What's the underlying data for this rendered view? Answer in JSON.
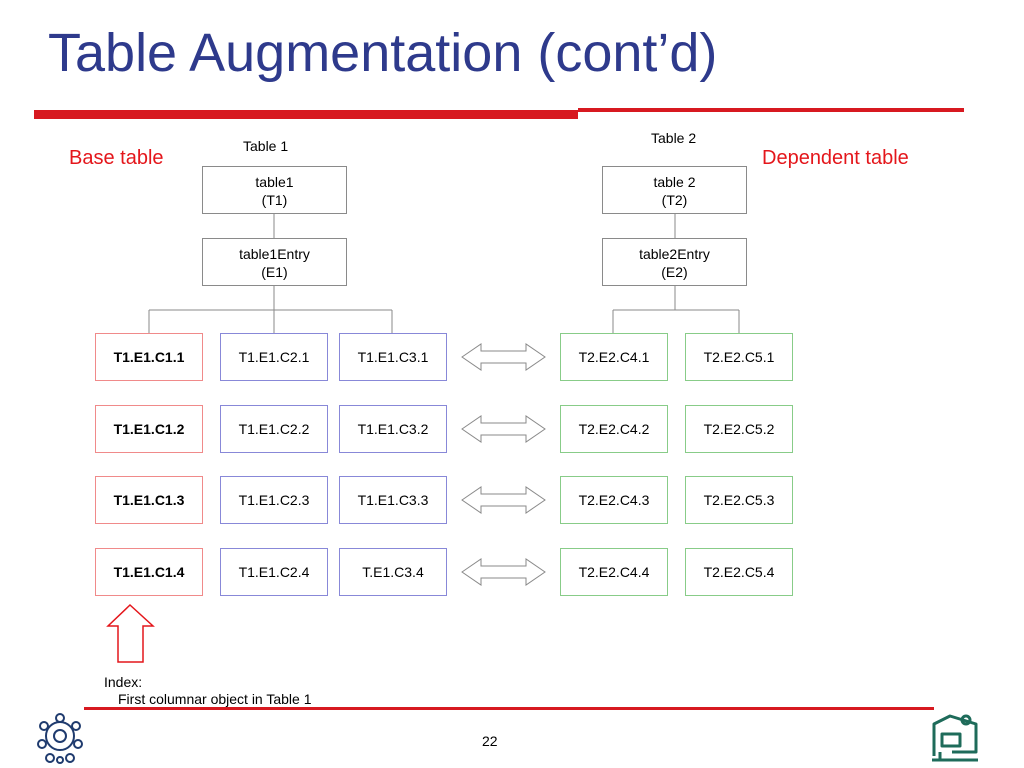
{
  "slide": {
    "title": "Table Augmentation (cont’d)",
    "page_number": "22",
    "accent_color": "#D71920",
    "title_color": "#2E3A8C"
  },
  "left": {
    "side_label": "Base table",
    "caption": "Table 1",
    "table_node": {
      "line1": "table1",
      "line2": "(T1)"
    },
    "entry_node": {
      "line1": "table1Entry",
      "line2": "(E1)"
    },
    "rows": [
      {
        "index": "T1.E1.C1.1",
        "c2": "T1.E1.C2.1",
        "c3": "T1.E1.C3.1"
      },
      {
        "index": "T1.E1.C1.2",
        "c2": "T1.E1.C2.2",
        "c3": "T1.E1.C3.2"
      },
      {
        "index": "T1.E1.C1.3",
        "c2": "T1.E1.C2.3",
        "c3": "T1.E1.C3.3"
      },
      {
        "index": "T1.E1.C1.4",
        "c2": "T1.E1.C2.4",
        "c3": "T.E1.C3.4"
      }
    ]
  },
  "right": {
    "side_label": "Dependent table",
    "caption": "Table 2",
    "table_node": {
      "line1": "table 2",
      "line2": "(T2)"
    },
    "entry_node": {
      "line1": "table2Entry",
      "line2": "(E2)"
    },
    "rows": [
      {
        "c4": "T2.E2.C4.1",
        "c5": "T2.E2.C5.1"
      },
      {
        "c4": "T2.E2.C4.2",
        "c5": "T2.E2.C5.2"
      },
      {
        "c4": "T2.E2.C4.3",
        "c5": "T2.E2.C5.3"
      },
      {
        "c4": "T2.E2.C4.4",
        "c5": "T2.E2.C5.4"
      }
    ]
  },
  "index_note": {
    "line1": "Index:",
    "line2": "First columnar object in Table 1"
  },
  "icons": {
    "up_arrow": "up-arrow-icon",
    "double_arrow": "double-arrow-icon",
    "university_logo": "university-emblem-logo",
    "department_logo": "computer-user-logo"
  }
}
